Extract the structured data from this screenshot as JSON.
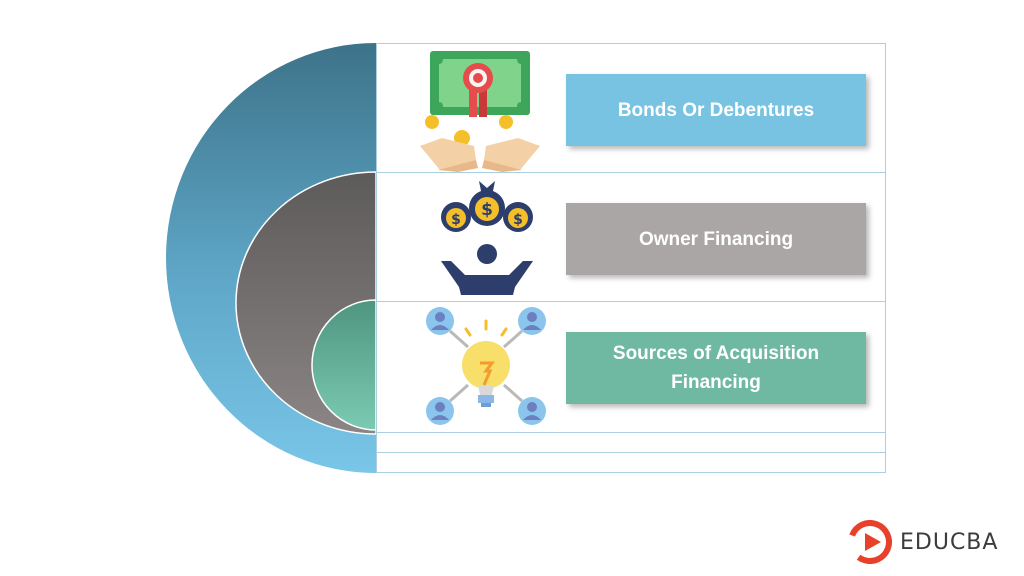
{
  "diagram": {
    "items": [
      {
        "label": "Bonds Or Debentures",
        "icon": "certificate-hands-icon",
        "color": "#79c3e2"
      },
      {
        "label": "Owner Financing",
        "icon": "person-money-bags-icon",
        "color": "#aaa6a6"
      },
      {
        "label": "Sources of Acquisition Financing",
        "icon": "lightbulb-network-icon",
        "color": "#6fb9a3"
      }
    ]
  },
  "brand": {
    "name": "EDUCBA",
    "color": "#e8412b"
  }
}
